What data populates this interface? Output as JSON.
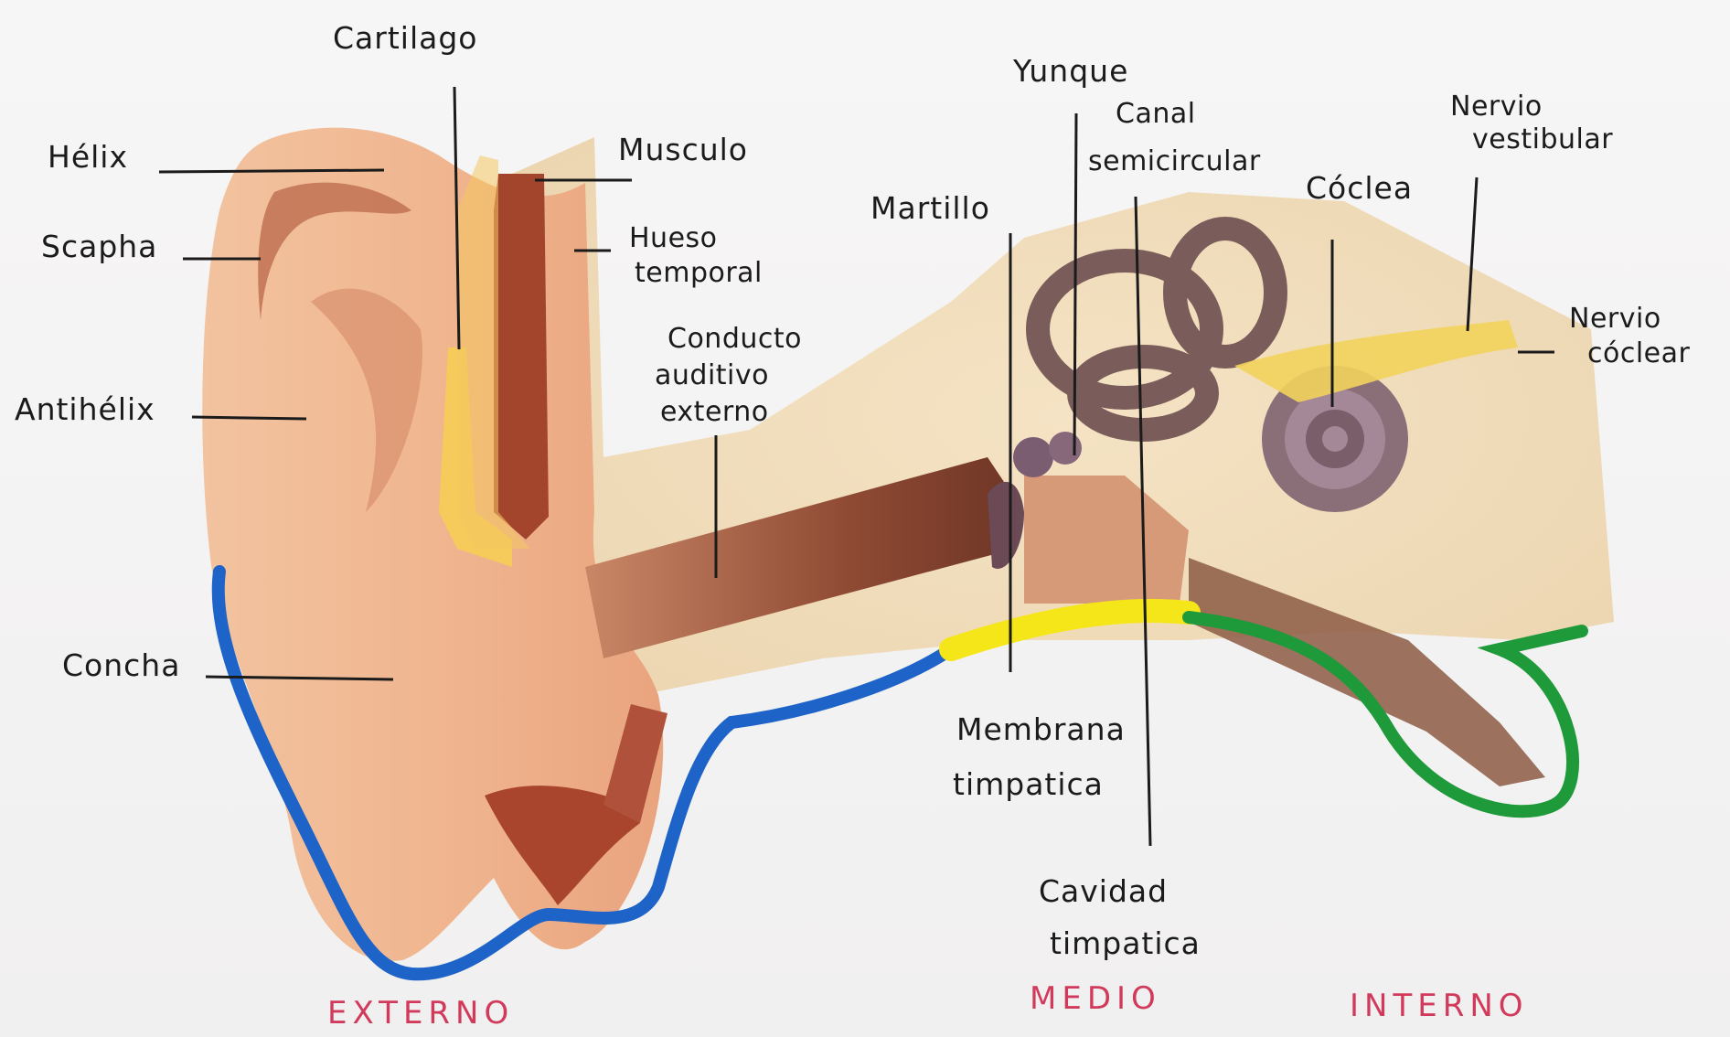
{
  "labels": {
    "cartilago": "Cartilago",
    "helix": "Hélix",
    "musculo": "Musculo",
    "scapha": "Scapha",
    "hueso_temporal_1": "Hueso",
    "hueso_temporal_2": "temporal",
    "antihelix": "Antihélix",
    "conducto_1": "Conducto",
    "conducto_2": "auditivo",
    "conducto_3": "externo",
    "concha": "Concha",
    "martillo": "Martillo",
    "yunque": "Yunque",
    "canal_1": "Canal",
    "canal_2": "semicircular",
    "coclea": "Cóclea",
    "nervio_vest_1": "Nervio",
    "nervio_vest_2": "vestibular",
    "nervio_coc_1": "Nervio",
    "nervio_coc_2": "cóclear",
    "membrana_1": "Membrana",
    "membrana_2": "timpatica",
    "cavidad_1": "Cavidad",
    "cavidad_2": "timpatica"
  },
  "sections": {
    "externo": "EXTERNO",
    "medio": "MEDIO",
    "interno": "INTERNO"
  },
  "colors": {
    "externo_outline": "#1e63c8",
    "medio_outline": "#f5e61a",
    "interno_outline": "#1f9a3a",
    "section_text": "#d23a5c"
  }
}
